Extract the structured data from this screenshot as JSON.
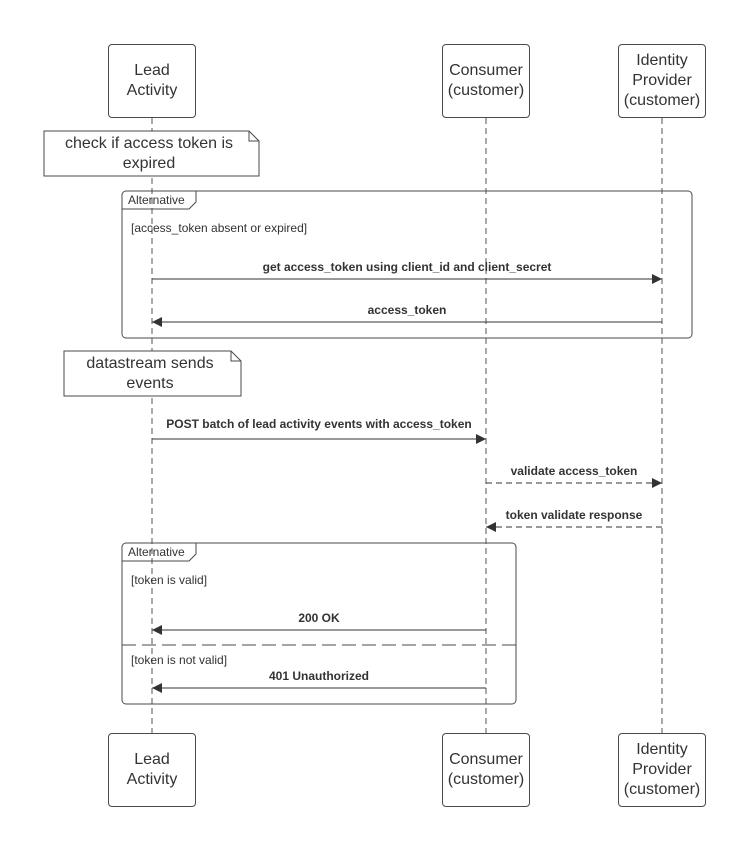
{
  "participants": {
    "lead": {
      "line1": "Lead",
      "line2": "Activity"
    },
    "consumer": {
      "line1": "Consumer",
      "line2": "(customer)"
    },
    "idp": {
      "line1": "Identity",
      "line2": "Provider",
      "line3": "(customer)"
    }
  },
  "notes": {
    "check_token": {
      "line1": "check if access token is",
      "line2": "expired"
    },
    "datastream": {
      "line1": "datastream sends",
      "line2": "events"
    }
  },
  "frames": {
    "alt1": {
      "label": "Alternative",
      "guard": "[access_token absent or expired]"
    },
    "alt2": {
      "label": "Alternative",
      "guard_valid": "[token is valid]",
      "guard_invalid": "[token is not valid]"
    }
  },
  "messages": {
    "get_token": "get access_token using client_id and client_secret",
    "access_token": "access_token",
    "post_batch": "POST batch of lead activity events with access_token",
    "validate": "validate access_token",
    "validate_response": "token validate response",
    "ok": "200 OK",
    "unauthorized": "401 Unauthorized"
  }
}
